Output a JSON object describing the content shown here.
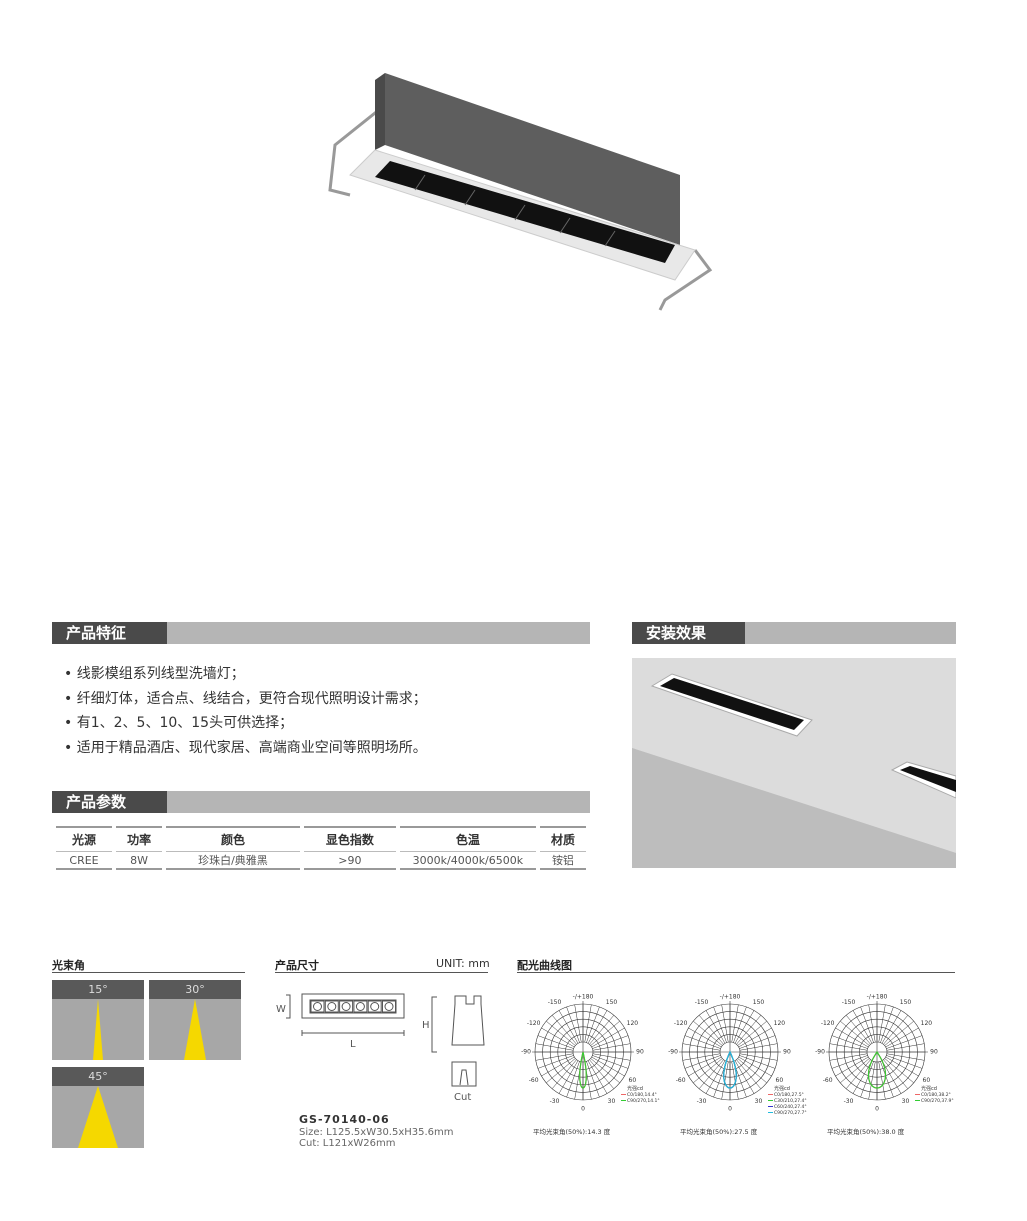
{
  "features": {
    "title": "产品特征",
    "items": [
      "线影模组系列线型洗墙灯；",
      "纤细灯体，适合点、线结合，更符合现代照明设计需求；",
      "有1、2、5、10、15头可供选择；",
      "适用于精品酒店、现代家居、高端商业空间等照明场所。"
    ]
  },
  "install": {
    "title": "安装效果"
  },
  "params": {
    "title": "产品参数",
    "headers": [
      "光源",
      "功率",
      "颜色",
      "显色指数",
      "色温",
      "材质"
    ],
    "values": [
      "CREE",
      "8W",
      "珍珠白/典雅黑",
      ">90",
      "3000k/4000k/6500k",
      "铵铝"
    ]
  },
  "beam": {
    "title": "光束角",
    "angles": [
      "15°",
      "30°",
      "45°"
    ],
    "color": "#f5d800"
  },
  "dimensions": {
    "title": "产品尺寸",
    "unit": "UNIT: mm",
    "labels": {
      "w": "W",
      "l": "L",
      "h": "H",
      "cut": "Cut"
    },
    "model": "GS-70140-06",
    "size": "Size: L125.5xW30.5xH35.6mm",
    "cut": "Cut: L121xW26mm"
  },
  "curves": {
    "title": "配光曲线图",
    "ticks": [
      "-/+180",
      "-150",
      "150",
      "-120",
      "120",
      "-90",
      "90",
      "-60",
      "60",
      "-30",
      "30",
      "0"
    ],
    "legend_title": "光强cd",
    "charts": [
      {
        "caption": "平均光束角(50%):14.3 度",
        "beam_deg": 14.3,
        "series": [
          {
            "name": "C0/180,14.4°",
            "color": "#e66"
          },
          {
            "name": "C90/270,14.1°",
            "color": "#3c3"
          }
        ]
      },
      {
        "caption": "平均光束角(50%):27.5 度",
        "beam_deg": 27.5,
        "series": [
          {
            "name": "C0/180,27.5°",
            "color": "#e66"
          },
          {
            "name": "C30/210,27.4°",
            "color": "#3c3"
          },
          {
            "name": "C60/240,27.4°",
            "color": "#33c"
          },
          {
            "name": "C90/270,27.7°",
            "color": "#2bd"
          }
        ]
      },
      {
        "caption": "平均光束角(50%):38.0 度",
        "beam_deg": 38.0,
        "series": [
          {
            "name": "C0/180,38.2°",
            "color": "#e66"
          },
          {
            "name": "C90/270,37.9°",
            "color": "#3c3"
          }
        ]
      }
    ]
  }
}
